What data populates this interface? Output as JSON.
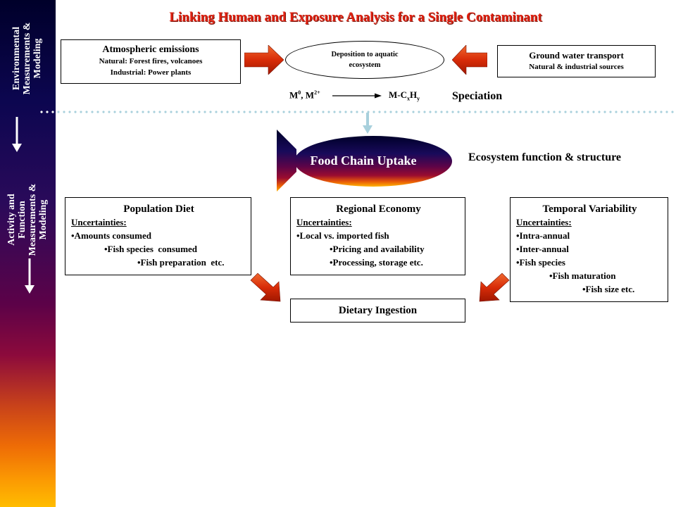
{
  "title": "Linking Human and Exposure Analysis for a Single Contaminant",
  "sidebar": {
    "section1": [
      "Environmental",
      "Measurements &",
      "Modeling"
    ],
    "section2": [
      "Activity and",
      "Function",
      "Measurements &",
      "Modeling"
    ]
  },
  "atmospheric": {
    "heading": "Atmospheric emissions",
    "line1": "Natural: Forest fires, volcanoes",
    "line2": "Industrial: Power plants"
  },
  "deposition": {
    "line1": "Deposition to aquatic",
    "line2": "ecosystem"
  },
  "groundwater": {
    "heading": "Ground water transport",
    "line1": "Natural & industrial sources"
  },
  "speciation": {
    "m_base": "M",
    "m0_sup": "0",
    "sep": ", ",
    "m2_base": "M",
    "m2_sup": "2+",
    "product_prefix": "M-C",
    "x_sub": "x",
    "h": "H",
    "y_sub": "y",
    "label": "Speciation"
  },
  "food_chain": {
    "label": "Food Chain Uptake",
    "side_label": "Ecosystem function & structure"
  },
  "population_diet": {
    "heading": "Population Diet",
    "uncertainties": "Uncertainties:",
    "items": [
      "•Amounts consumed",
      "•Fish species  consumed",
      "•Fish preparation  etc."
    ]
  },
  "regional_economy": {
    "heading": "Regional Economy",
    "uncertainties": "Uncertainties:",
    "items": [
      "•Local vs. imported fish",
      "•Pricing and availability",
      "•Processing, storage etc."
    ]
  },
  "temporal_variability": {
    "heading": "Temporal Variability",
    "uncertainties": "Uncertainties:",
    "items": [
      "•Intra-annual",
      "•Inter-annual",
      "•Fish species",
      "•Fish maturation",
      "•Fish size etc."
    ]
  },
  "dietary_ingestion": {
    "label": "Dietary Ingestion"
  },
  "colors": {
    "title": "#e02010",
    "arrow_red": "#d83010",
    "dotted_line": "#a8d0dc"
  }
}
